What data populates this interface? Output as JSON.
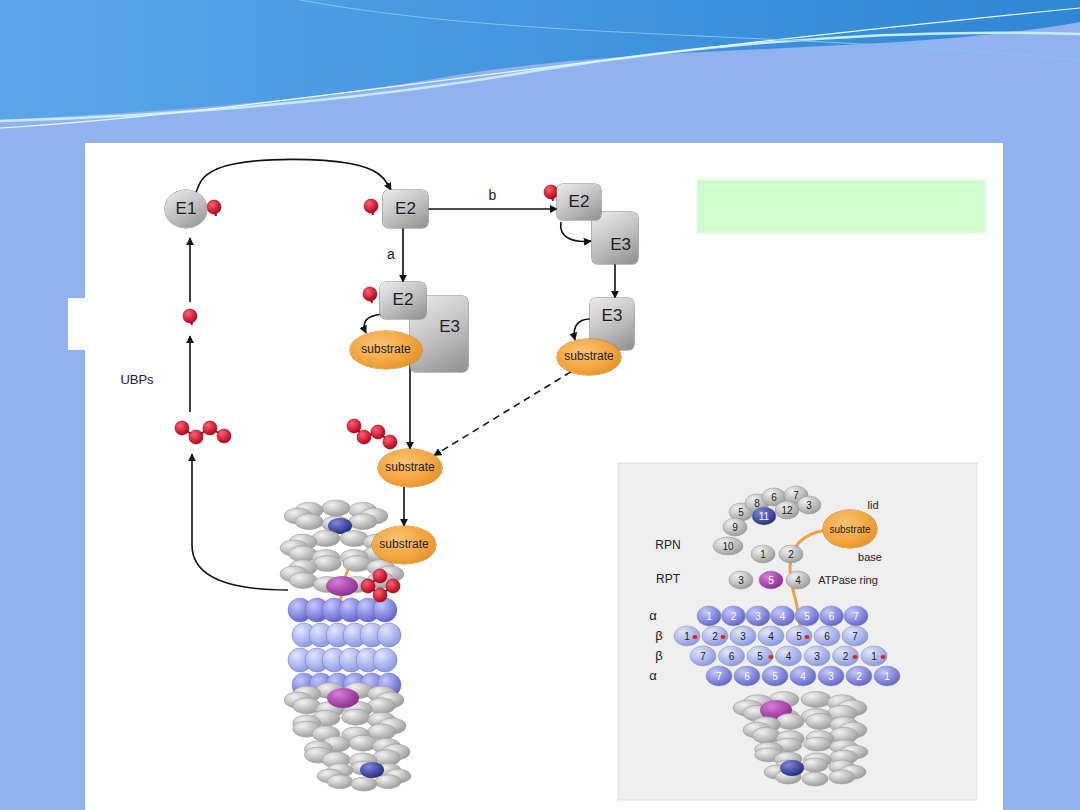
{
  "diagram": {
    "nodes": [
      {
        "text": [
          "E1"
        ]
      },
      {
        "text": [
          "E2"
        ]
      },
      {
        "text": [
          "E2"
        ]
      },
      {
        "text": [
          "E3"
        ]
      },
      {
        "text": [
          "E2"
        ]
      },
      {
        "text": [
          "E3"
        ]
      },
      {
        "text": [
          "substrate"
        ]
      },
      {
        "text": [
          "E3"
        ]
      },
      {
        "text": [
          "substrate"
        ]
      },
      {
        "text": [
          "substrate"
        ]
      },
      {
        "text": [
          "substrate"
        ]
      },
      {
        "text": [
          "substrate"
        ]
      }
    ],
    "edges": [
      {
        "from": 0,
        "to": 1,
        "arrow": "to"
      },
      {
        "from": 1,
        "to": 2,
        "label": "b",
        "arrow": "to"
      },
      {
        "from": 1,
        "to": 4,
        "label": "a",
        "arrow": "to"
      },
      {
        "from": 3,
        "to": 7,
        "arrow": "to"
      },
      {
        "from": 6,
        "to": 9,
        "arrow": "to"
      },
      {
        "from": 8,
        "to": 9,
        "arrow": "to"
      },
      {
        "from": 9,
        "to": 10,
        "arrow": "to"
      }
    ],
    "labels": [
      "UBPs",
      "lid",
      "RPN",
      "base",
      "RPT",
      "ATPase ring",
      "α",
      "β",
      "β",
      "α",
      "5",
      "8",
      "6",
      "7",
      "3",
      "9",
      "11",
      "12",
      "10",
      "1",
      "2",
      "3",
      "5",
      "4",
      "1",
      "2",
      "3",
      "4",
      "5",
      "6",
      "7",
      "1",
      "2",
      "3",
      "4",
      "5",
      "6",
      "7",
      "7",
      "6",
      "5",
      "4",
      "3",
      "2",
      "1",
      "7",
      "6",
      "5",
      "4",
      "3",
      "2",
      "1"
    ]
  }
}
